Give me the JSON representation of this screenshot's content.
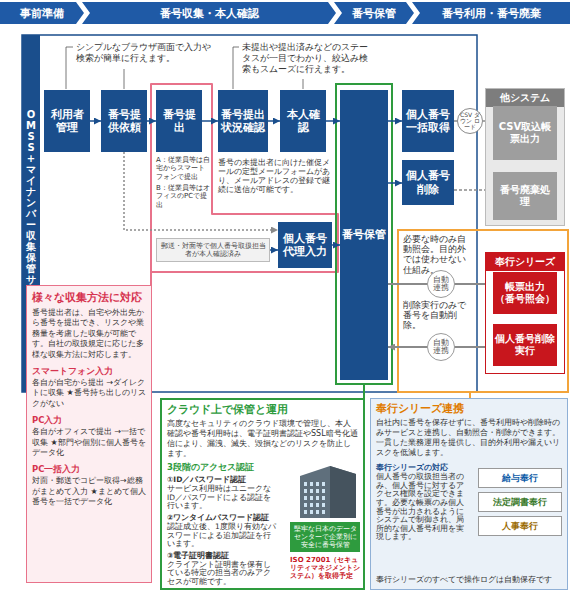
{
  "diagram": {
    "nodes": [
      {
        "text": [
          "事前準備"
        ]
      },
      {
        "text": [
          "番号収集・本人確認"
        ]
      },
      {
        "text": [
          "番号保管"
        ]
      },
      {
        "text": [
          "番号利用・番号廃棄"
        ]
      },
      {
        "text": [
          "OMSS+ マイナンバー収集・保管サービス"
        ]
      },
      {
        "text": [
          "利用者管理"
        ]
      },
      {
        "text": [
          "番号提供依頼"
        ]
      },
      {
        "text": [
          "番号提出"
        ]
      },
      {
        "text": [
          "番号提出状況確認"
        ]
      },
      {
        "text": [
          "本人確認"
        ]
      },
      {
        "text": [
          "番号保管"
        ]
      },
      {
        "text": [
          "個人番号一括取得"
        ]
      },
      {
        "text": [
          "CSV ダウン ロード"
        ]
      },
      {
        "text": [
          "個人番号削除"
        ]
      },
      {
        "text": [
          "郵送・対面等で個人番号取扱担当者が本人確認済み"
        ]
      },
      {
        "text": [
          "個人番号代理入力"
        ]
      },
      {
        "text": [
          "他システム"
        ]
      },
      {
        "text": [
          "CSV取込帳票出力"
        ],
        "in": 16
      },
      {
        "text": [
          "番号廃棄処理"
        ],
        "in": 16
      },
      {
        "text": [
          "奉行シリーズ"
        ]
      },
      {
        "text": [
          "帳票出力 （番号照会）"
        ],
        "in": 19
      },
      {
        "text": [
          "個人番号削除実行"
        ],
        "in": 19
      },
      {
        "text": [
          "様々な収集方法に対応",
          "番号提出者は、自宅や外出先から番号を提出でき、リスクや業務量を考慮した収集が可能です。自社の取扱規定に応じた多様な収集方法に対応します。",
          "スマートフォン入力",
          "各自が自宅から提出 →ダイレクトに収集 ★番号持ち出しのリスクがない",
          "PC入力",
          "各自がオフィスで提出 →一括で収集 ★部門や個別に個人番号をデータ化",
          "PC一括入力",
          "対面・郵送でコピー取得→総務がまとめて入力 ★まとめて個人番号を一括でデータ化"
        ]
      },
      {
        "text": [
          "クラウド上で保管と運用",
          "高度なセキュリティのクラウド環境で管理し、本人確認や番号利用時は、電子証明書認証やSSL暗号化通信により、漏洩、滅失、毀損などのリスクを防止します。",
          "3段階のアクセス認証",
          "①ID／パスワード認証",
          "サービス利用時はユニークなID／パスワードによる認証を行います。",
          "②ワンタイムパスワード認証",
          "認証成立後、1度限り有効なパスワードによる追加認証を行います。",
          "③電子証明書認証",
          "クライアント証明書を保有している特定の担当者のみアクセスが可能です。",
          "ISO 27001（セキュリティマネジメントシステム）を取得予定"
        ]
      },
      {
        "text": [
          "堅牢な日本のデータセンターで企業別に安全に番号保管"
        ],
        "in": 23
      },
      {
        "text": [
          "奉行シリーズ連携",
          "自社内に番号を保存せずに、番号利用時や削除時のみサービスと連携し、自動照合・削除ができます。一貫した業務運用を提供し、目的外利用や漏えいリスクを低減します。",
          "奉行シリーズの対応",
          "個人番号の取扱担当者のみ、個人番号に対するアクセス権限を設定できます。必要な帳票のみ個人番号が出力されるようにシステムで制御され、局所的な個人番号利用を実現します。",
          "奉行シリーズのすべてで操作ログは自動保存です"
        ]
      },
      {
        "text": [
          "給与奉行"
        ],
        "in": 25
      },
      {
        "text": [
          "法定調書奉行"
        ],
        "in": 25
      },
      {
        "text": [
          "人事奉行"
        ],
        "in": 25
      }
    ],
    "edges": [
      {
        "from": 5,
        "to": 6,
        "arrow": "to"
      },
      {
        "from": 6,
        "to": 7,
        "arrow": "to"
      },
      {
        "from": 7,
        "to": 8,
        "arrow": "to"
      },
      {
        "from": 8,
        "to": 9,
        "arrow": "to"
      },
      {
        "from": 9,
        "to": 10,
        "arrow": "to"
      },
      {
        "from": 10,
        "to": 11,
        "arrow": "to"
      },
      {
        "from": 11,
        "to": 12,
        "arrow": "none"
      },
      {
        "from": 12,
        "to": 17,
        "arrow": "to"
      },
      {
        "from": 10,
        "to": 13,
        "arrow": "to"
      },
      {
        "from": 13,
        "to": 18,
        "arrow": "to"
      },
      {
        "from": 6,
        "to": 15,
        "arrow": "to"
      },
      {
        "from": 14,
        "to": 15,
        "arrow": "to"
      },
      {
        "from": 15,
        "to": 10,
        "arrow": "to"
      },
      {
        "from": 10,
        "to": 20,
        "label": "自動連携",
        "arrow": "to"
      },
      {
        "from": 21,
        "to": 10,
        "label": "自動連携",
        "arrow": "to"
      }
    ],
    "labels": [
      "シンプルなブラウザ画面で入力や検索が簡単に行えます。",
      "未提出や提出済みなどのステータスが一目でわかり、絞込み検索もスムーズに行えます。",
      "A：従業員等は自宅からスマートフォンで提出",
      "B：従業員等はオフィスのPCで提出",
      "番号の未提出者に向けた催促メールの定型メールフォームがあり、メールアドレスの登録で継続に送信が可能です。",
      "必要な時のみ自動照会。目的外では使わせない仕組み。",
      "削除実行のみで番号を自動削除。"
    ]
  }
}
